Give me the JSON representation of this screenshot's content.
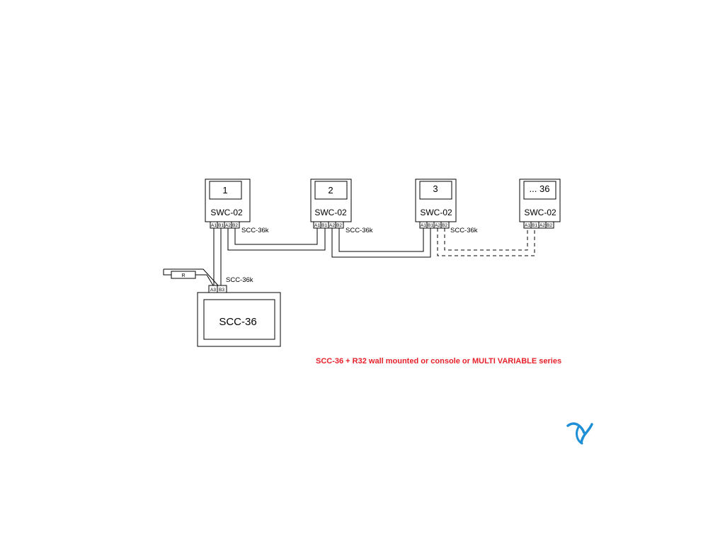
{
  "colors": {
    "line": "#000000",
    "caption": "#e8202a",
    "logo": "#1e8fd6"
  },
  "controllers": [
    {
      "number": "1",
      "model": "SWC-02",
      "terminals": [
        "A1",
        "B1",
        "A2",
        "B2"
      ]
    },
    {
      "number": "2",
      "model": "SWC-02",
      "terminals": [
        "A1",
        "B1",
        "A2",
        "B2"
      ]
    },
    {
      "number": "3",
      "model": "SWC-02",
      "terminals": [
        "A1",
        "B1",
        "A2",
        "B2"
      ]
    },
    {
      "number": "... 36",
      "model": "SWC-02",
      "terminals": [
        "A1",
        "B1",
        "A2",
        "B2"
      ]
    }
  ],
  "cable_labels": {
    "link_1_2": "SCC-36k",
    "link_2_3": "SCC-36k",
    "link_3_36": "SCC-36k",
    "link_main": "SCC-36k"
  },
  "main_unit": {
    "title": "SCC-36",
    "terminals": [
      "A3",
      "B3"
    ]
  },
  "resistor_label": "R",
  "caption": "SCC-36 + R32 wall mounted or console or MULTI VARIABLE series",
  "logo": {
    "icon": "company-logo-icon"
  }
}
